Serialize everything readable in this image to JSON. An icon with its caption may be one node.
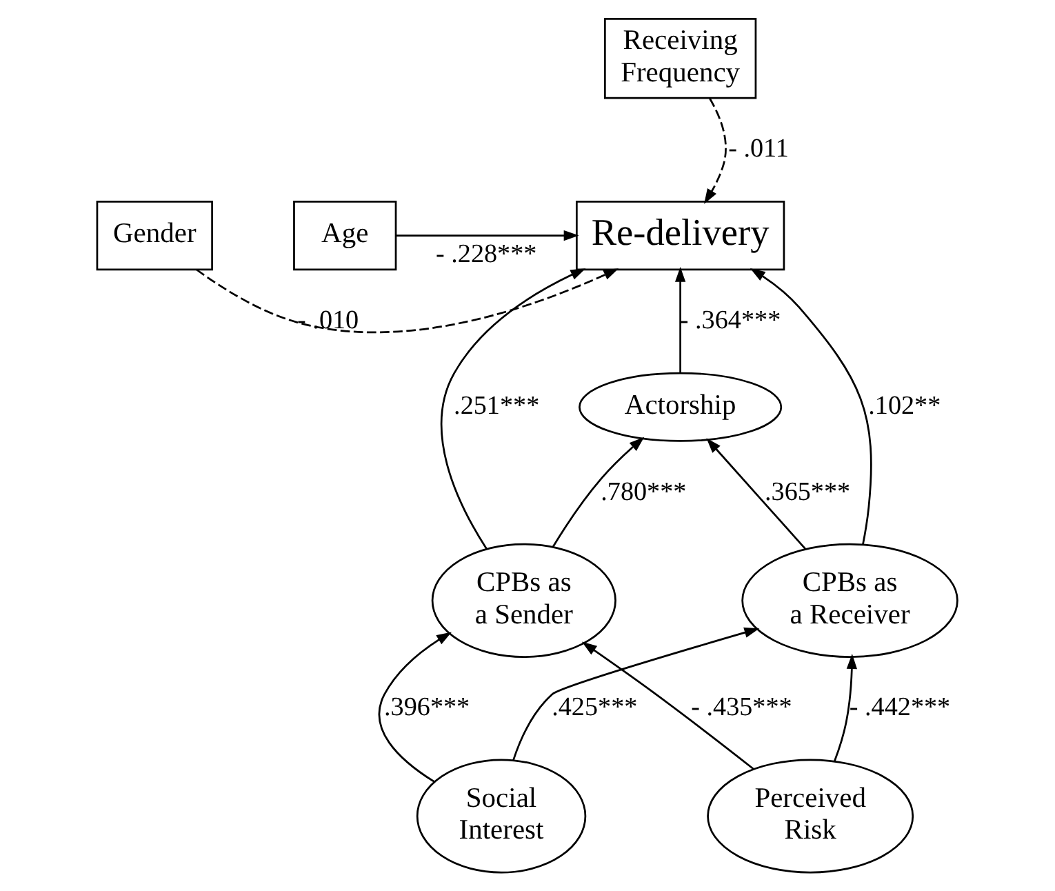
{
  "diagram": {
    "nodes": [
      {
        "text": [
          "Receiving Frequency"
        ]
      },
      {
        "text": [
          "Age"
        ]
      },
      {
        "text": [
          "Re-delivery"
        ]
      },
      {
        "text": [
          "Gender"
        ]
      },
      {
        "text": [
          "Actorship"
        ]
      },
      {
        "text": [
          "CPBs as a Sender"
        ]
      },
      {
        "text": [
          "CPBs as a Receiver"
        ]
      },
      {
        "text": [
          "Social Interest"
        ]
      },
      {
        "text": [
          "Perceived Risk"
        ]
      }
    ],
    "edges": [
      {
        "from": 0,
        "to": 2,
        "arrow": "to",
        "style": "dashed",
        "label": "- .011"
      },
      {
        "from": 1,
        "to": 2,
        "arrow": "to",
        "label": "- .228***"
      },
      {
        "from": 3,
        "to": 2,
        "arrow": "to",
        "style": "dashed",
        "label": "- .010"
      },
      {
        "from": 4,
        "to": 2,
        "arrow": "to",
        "label": "- .364***"
      },
      {
        "from": 5,
        "to": 2,
        "arrow": "to",
        "label": ".251***"
      },
      {
        "from": 6,
        "to": 2,
        "arrow": "to",
        "label": ".102**"
      },
      {
        "from": 5,
        "to": 4,
        "arrow": "to",
        "label": ".780***"
      },
      {
        "from": 6,
        "to": 4,
        "arrow": "to",
        "label": ".365***"
      },
      {
        "from": 7,
        "to": 5,
        "arrow": "to",
        "label": ".396***"
      },
      {
        "from": 7,
        "to": 6,
        "arrow": "to",
        "label": ".425***"
      },
      {
        "from": 8,
        "to": 5,
        "arrow": "to",
        "label": "- .435***"
      },
      {
        "from": 8,
        "to": 6,
        "arrow": "to",
        "label": "- .442***"
      }
    ]
  }
}
